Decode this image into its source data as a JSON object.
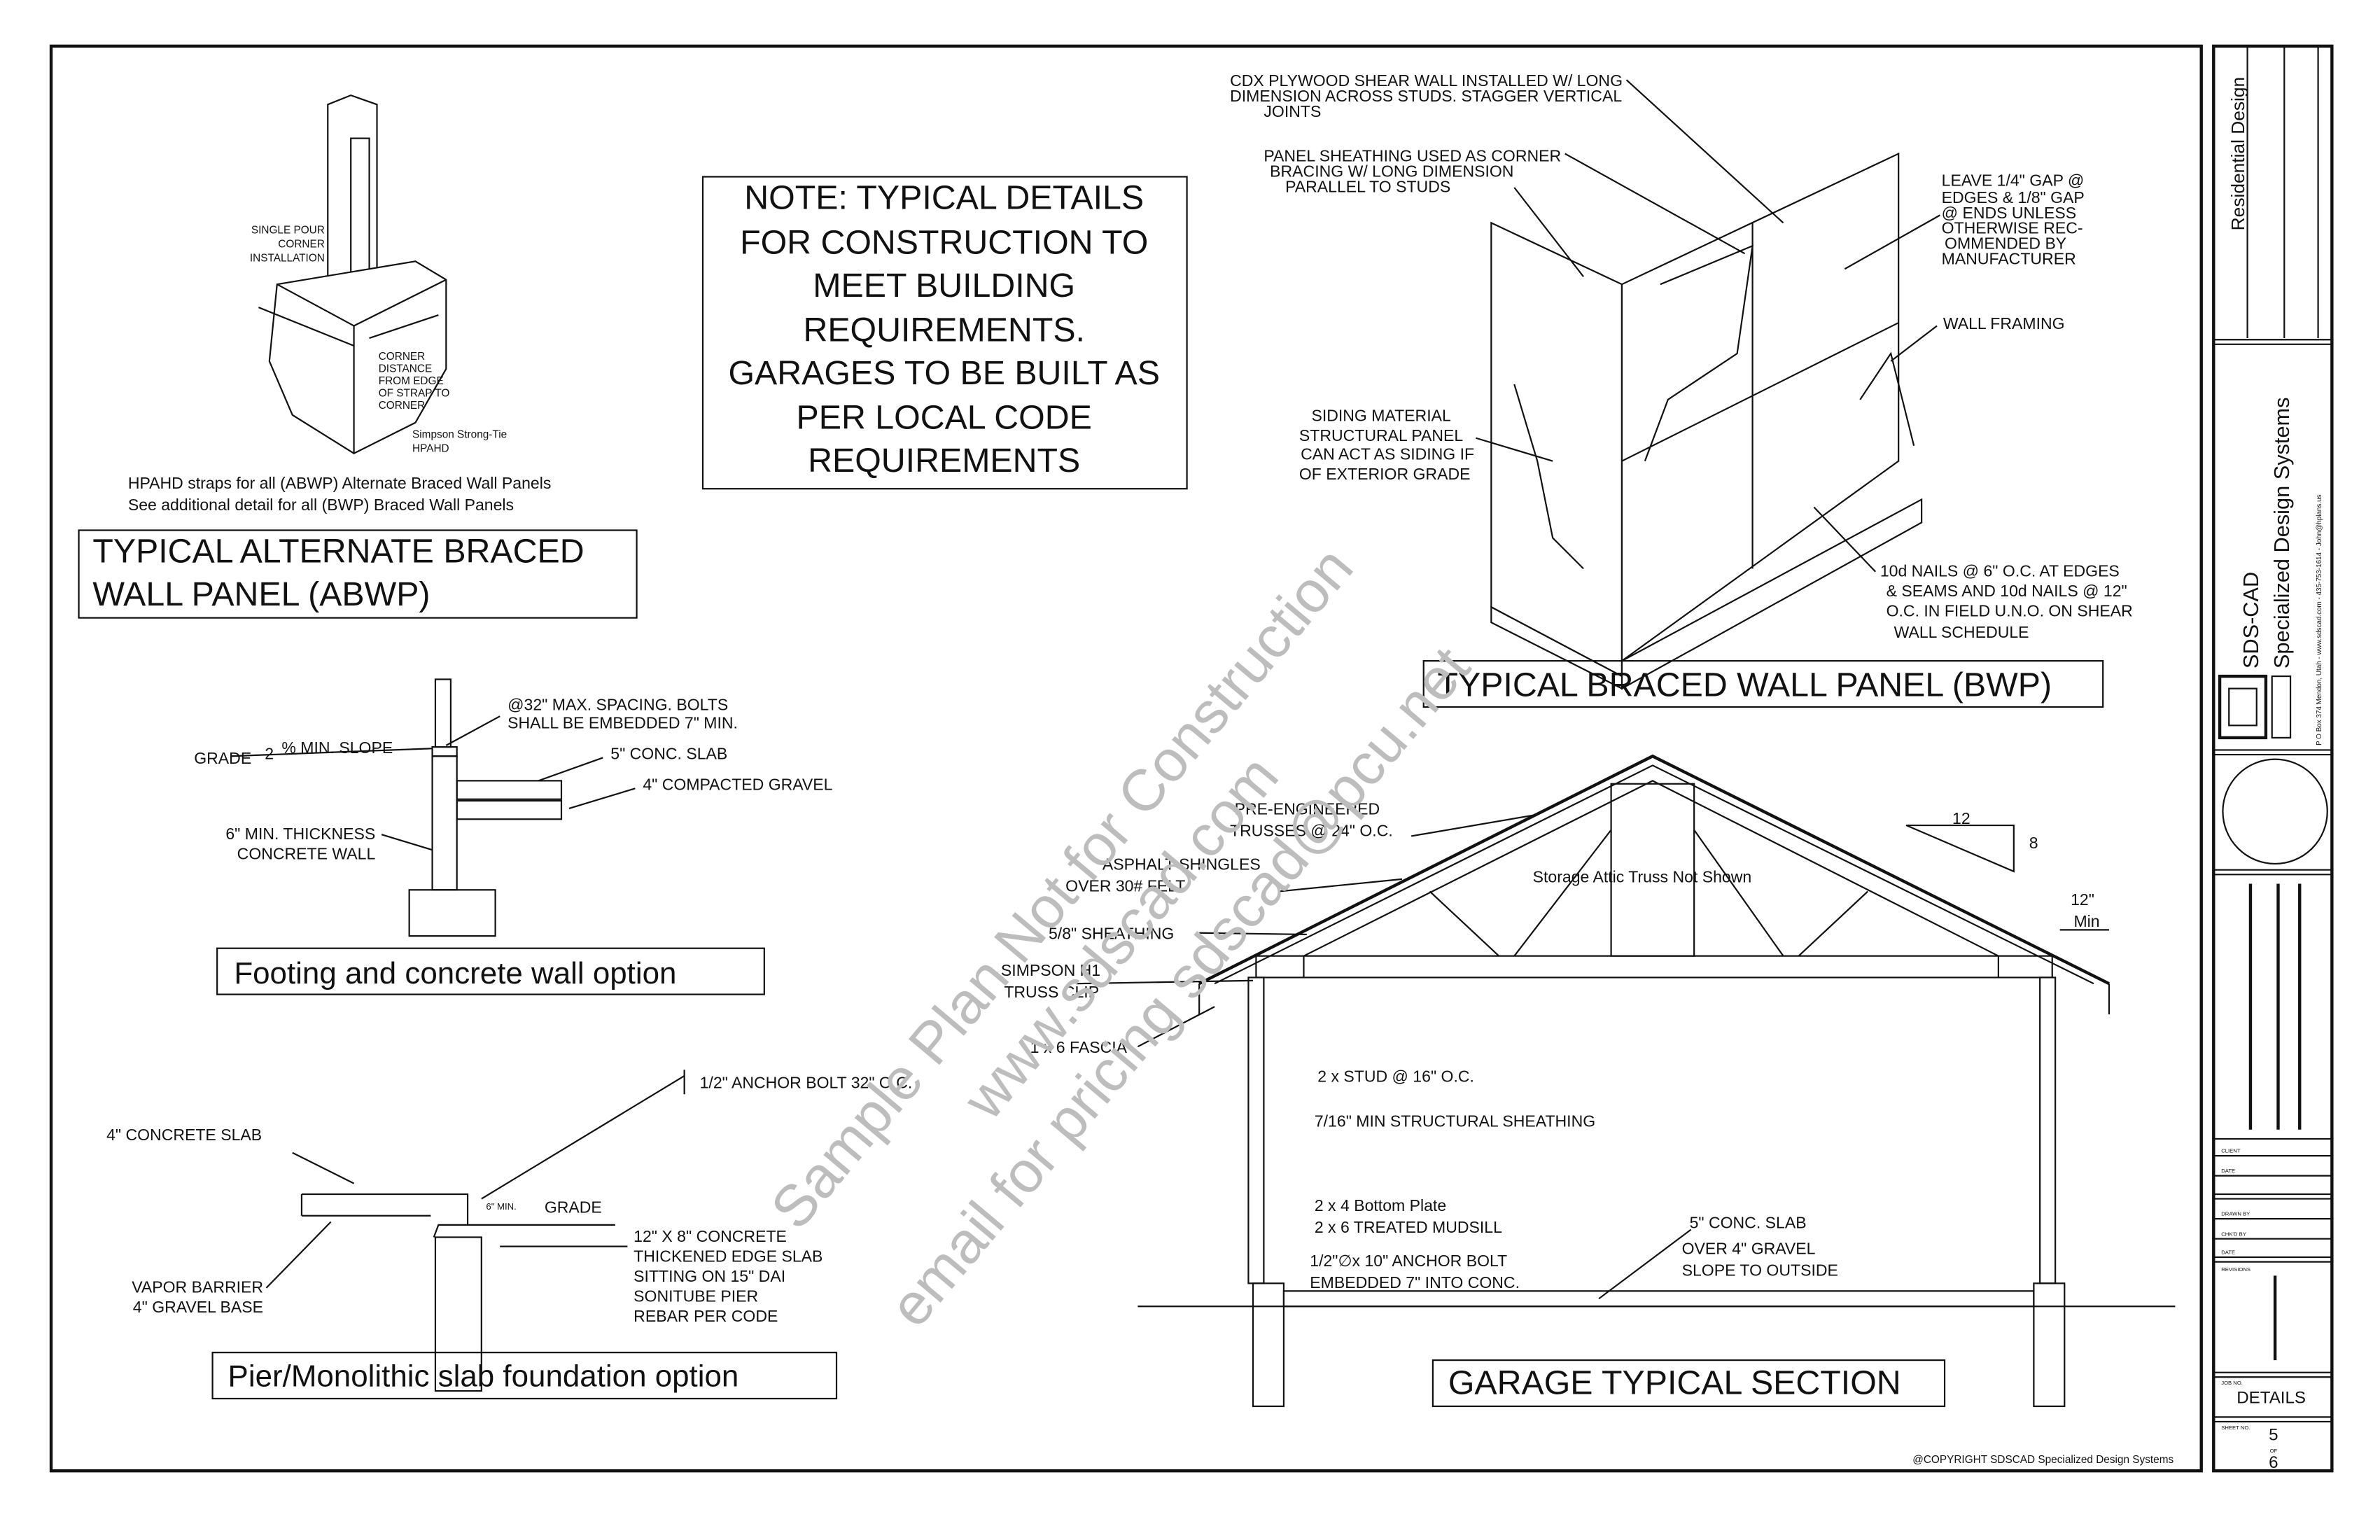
{
  "abwp": {
    "strap_labels": [
      "SINGLE POUR",
      "CORNER",
      "INSTALLATION"
    ],
    "corner_labels": [
      "CORNER",
      "DISTANCE",
      "FROM EDGE",
      "OF STRAP TO",
      "CORNER"
    ],
    "brand_labels": [
      "Simpson Strong-Tie",
      "HPAHD"
    ],
    "notes": [
      "HPAHD straps for all (ABWP) Alternate Braced Wall Panels",
      "See additional detail for all (BWP) Braced Wall Panels"
    ],
    "title": [
      "TYPICAL ALTERNATE BRACED",
      "WALL PANEL (ABWP)"
    ]
  },
  "note": [
    "NOTE: TYPICAL DETAILS",
    "FOR CONSTRUCTION TO",
    "MEET BUILDING",
    "REQUIREMENTS.",
    "GARAGES TO BE BUILT AS",
    "PER LOCAL CODE",
    "REQUIREMENTS"
  ],
  "footing": {
    "bolts": [
      "@32\" MAX.  SPACING.  BOLTS",
      "SHALL BE EMBEDDED 7\" MIN."
    ],
    "grade": "GRADE",
    "slope_value": "2",
    "slope_label": "% MIN. SLOPE",
    "slab": "5\" CONC. SLAB",
    "gravel": "4\" COMPACTED GRAVEL",
    "wall": [
      "6\" MIN. THICKNESS",
      "CONCRETE WALL"
    ],
    "title": "Footing and concrete wall option"
  },
  "pier": {
    "anchor": "1/2\" ANCHOR BOLT 32\" O.C.",
    "slab": "4\" CONCRETE SLAB",
    "min": "6\" MIN.",
    "grade": "GRADE",
    "edge": [
      "12\" X 8\"  CONCRETE",
      "THICKENED EDGE SLAB",
      "SITTING ON 15\" DAI",
      "SONITUBE PIER",
      "REBAR PER CODE"
    ],
    "vapor": [
      "VAPOR BARRIER",
      "4\" GRAVEL BASE"
    ],
    "title": "Pier/Monolithic slab foundation option"
  },
  "bwp": {
    "cdx": [
      "CDX PLYWOOD SHEAR WALL INSTALLED W/ LONG",
      "DIMENSION ACROSS STUDS. STAGGER VERTICAL",
      "JOINTS"
    ],
    "panel": [
      "PANEL SHEATHING USED AS CORNER",
      "BRACING W/ LONG DIMENSION",
      "PARALLEL TO STUDS"
    ],
    "gap": [
      "LEAVE 1/4\" GAP @",
      "EDGES & 1/8\" GAP",
      "@ ENDS UNLESS",
      "OTHERWISE REC-",
      "OMMENDED BY",
      "MANUFACTURER"
    ],
    "framing": "WALL FRAMING",
    "siding": [
      "SIDING MATERIAL",
      "STRUCTURAL PANEL",
      "CAN ACT AS SIDING IF",
      "OF EXTERIOR GRADE"
    ],
    "nails": [
      "10d NAILS @ 6\" O.C. AT EDGES",
      "& SEAMS AND 10d NAILS @ 12\"",
      "O.C. IN FIELD U.N.O. ON SHEAR",
      "WALL SCHEDULE"
    ],
    "title": "TYPICAL BRACED WALL PANEL (BWP)"
  },
  "garage": {
    "trusses": [
      "PRE-ENGINEERED",
      "TRUSSES @ 24\" O.C."
    ],
    "shingles": [
      "ASPHALT SHINGLES",
      "OVER 30# FELT"
    ],
    "attic": "Storage Attic Truss Not Shown",
    "pitch_run": "12",
    "pitch_rise": "8",
    "overhang": [
      "12\"",
      "Min"
    ],
    "sheathing": "5/8\"  SHEATHING",
    "clip": [
      "SIMPSON H1",
      "TRUSS CLIP"
    ],
    "fascia": "1 x 6 FASCIA",
    "stud": "2 x STUD @ 16\" O.C.",
    "struct_sheathing": "7/16\" MIN STRUCTURAL SHEATHING",
    "plate": [
      "2 x 4 Bottom Plate",
      "2 x 6 TREATED MUDSILL"
    ],
    "anchor": [
      "1/2\"∅x 10\" ANCHOR BOLT",
      "EMBEDDED 7\" INTO CONC."
    ],
    "slab": [
      "5\" CONC. SLAB",
      "OVER 4\" GRAVEL",
      "SLOPE TO OUTSIDE"
    ],
    "title": "GARAGE TYPICAL SECTION"
  },
  "watermark": [
    "Sample Plan Not for Construction",
    "www.sdscad.com",
    "email for pricing sdscad@pcu.net"
  ],
  "copyright": "@COPYRIGHT SDSCAD Specialized Design Systems",
  "title_block": {
    "category": "Residential Design",
    "company_short": "SDS-CAD",
    "company": "Specialized Design Systems",
    "address": "P O Box 374 Mendon, Utah - www.sdscad.com - 435-753-1614 - John@hplans.us",
    "fields": [
      "CLIENT",
      "DATE",
      "DRAWN BY",
      "CHK'D BY",
      "DATE",
      "REVISIONS"
    ],
    "job_label": "JOB NO.",
    "job_value": "DETAILS",
    "sheet_label": "SHEET NO.",
    "sheet_number": "5",
    "of_label": "OF",
    "sheet_total": "6"
  }
}
